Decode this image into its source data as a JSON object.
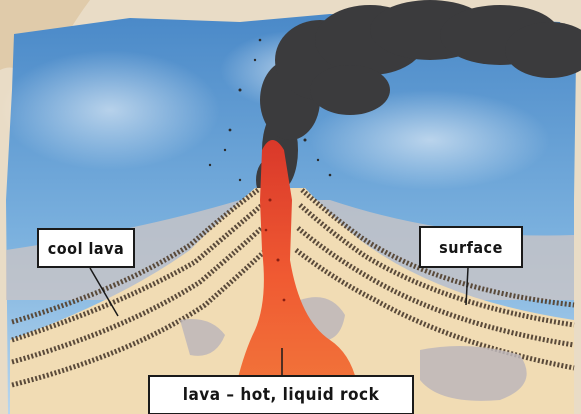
{
  "labels": {
    "cool_lava": "cool lava",
    "surface": "surface",
    "lava": "lava – hot, liquid rock"
  },
  "colors": {
    "sky": "#5c9bd3",
    "smoke": "#3a3a3a",
    "lava": "#e8432a",
    "rock_light": "#f1dcb4",
    "rock_dark": "#5a4a3a",
    "paper": "#e9dcc6"
  }
}
